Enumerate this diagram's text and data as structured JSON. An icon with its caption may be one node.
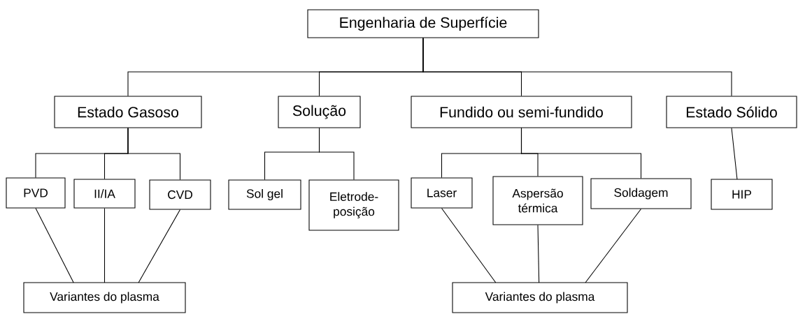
{
  "diagram": {
    "nodes": [
      {
        "text": [
          "Engenharia de Superfície"
        ]
      },
      {
        "text": [
          "Estado Gasoso"
        ]
      },
      {
        "text": [
          "Solução"
        ]
      },
      {
        "text": [
          "Fundido ou semi-fundido"
        ]
      },
      {
        "text": [
          "Estado Sólido"
        ]
      },
      {
        "text": [
          "PVD"
        ]
      },
      {
        "text": [
          "II/IA"
        ]
      },
      {
        "text": [
          "CVD"
        ]
      },
      {
        "text": [
          "Sol gel"
        ]
      },
      {
        "text": [
          "Eletrode- posição"
        ]
      },
      {
        "text": [
          "Laser"
        ]
      },
      {
        "text": [
          "Aspersão térmica"
        ]
      },
      {
        "text": [
          "Soldagem"
        ]
      },
      {
        "text": [
          "HIP"
        ]
      },
      {
        "text": [
          "Variantes do plasma"
        ]
      },
      {
        "text": [
          "Variantes do plasma"
        ]
      }
    ],
    "edges": [
      {
        "from": 0,
        "to": 1,
        "arrow": "none"
      },
      {
        "from": 0,
        "to": 2,
        "arrow": "none"
      },
      {
        "from": 0,
        "to": 3,
        "arrow": "none"
      },
      {
        "from": 0,
        "to": 4,
        "arrow": "none"
      },
      {
        "from": 1,
        "to": 5,
        "arrow": "none"
      },
      {
        "from": 1,
        "to": 6,
        "arrow": "none"
      },
      {
        "from": 1,
        "to": 7,
        "arrow": "none"
      },
      {
        "from": 2,
        "to": 8,
        "arrow": "none"
      },
      {
        "from": 2,
        "to": 9,
        "arrow": "none"
      },
      {
        "from": 3,
        "to": 10,
        "arrow": "none"
      },
      {
        "from": 3,
        "to": 11,
        "arrow": "none"
      },
      {
        "from": 3,
        "to": 12,
        "arrow": "none"
      },
      {
        "from": 4,
        "to": 13,
        "arrow": "none"
      },
      {
        "from": 5,
        "to": 14,
        "arrow": "none"
      },
      {
        "from": 6,
        "to": 14,
        "arrow": "none"
      },
      {
        "from": 7,
        "to": 14,
        "arrow": "none"
      },
      {
        "from": 10,
        "to": 15,
        "arrow": "none"
      },
      {
        "from": 11,
        "to": 15,
        "arrow": "none"
      },
      {
        "from": 12,
        "to": 15,
        "arrow": "none"
      }
    ]
  }
}
